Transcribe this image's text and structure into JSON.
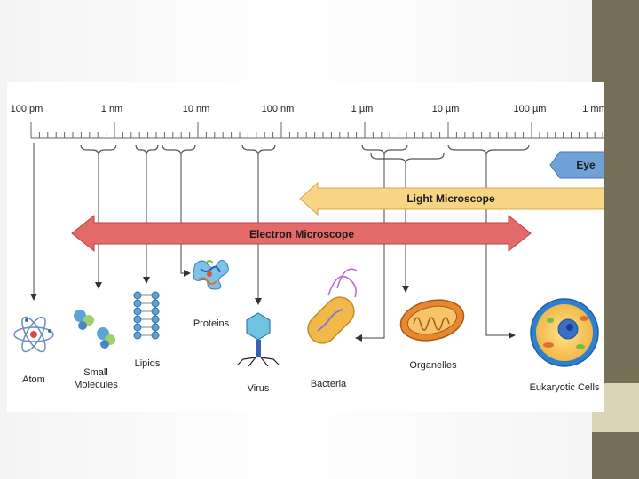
{
  "scale_ticks": [
    "100 pm",
    "1 nm",
    "10 nm",
    "100 nm",
    "1 µm",
    "10 µm",
    "100 µm",
    "1 mm"
  ],
  "ranges": {
    "eye": "Eye",
    "light": "Light Microscope",
    "electron": "Electron Microscope"
  },
  "items": {
    "atom": "Atom",
    "small_molecules_1": "Small",
    "small_molecules_2": "Molecules",
    "lipids": "Lipids",
    "proteins": "Proteins",
    "virus": "Virus",
    "bacteria": "Bacteria",
    "organelles": "Organelles",
    "eukaryotic": "Eukaryotic Cells"
  },
  "colors": {
    "eye_arrow": "#6fa3d8",
    "light_arrow": "#f7d584",
    "electron_arrow": "#e46a6a",
    "side_bar": "#766f57",
    "side_accent": "#d9d5b6"
  }
}
